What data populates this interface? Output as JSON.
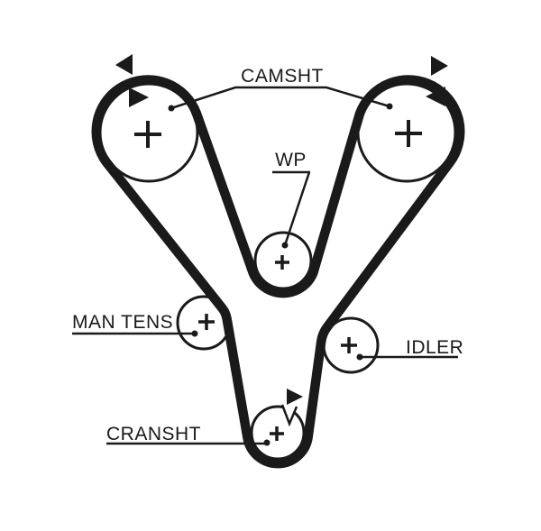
{
  "diagram": {
    "labels": {
      "camshaft": "CAMSHT",
      "water_pump": "WP",
      "manual_tensioner": "MAN TENS",
      "idler": "IDLER",
      "crankshaft": "CRANSHT"
    },
    "pulleys": [
      {
        "id": "camshaft-left",
        "label": "CAMSHT",
        "timing_marks": 2
      },
      {
        "id": "camshaft-right",
        "label": "CAMSHT",
        "timing_marks": 2
      },
      {
        "id": "water-pump",
        "label": "WP",
        "timing_marks": 0
      },
      {
        "id": "manual-tensioner",
        "label": "MAN TENS",
        "timing_marks": 0
      },
      {
        "id": "idler",
        "label": "IDLER",
        "timing_marks": 0
      },
      {
        "id": "crankshaft",
        "label": "CRANSHT",
        "timing_marks": 1
      }
    ],
    "colors": {
      "line": "#1a1a1a",
      "background": "#ffffff"
    }
  }
}
